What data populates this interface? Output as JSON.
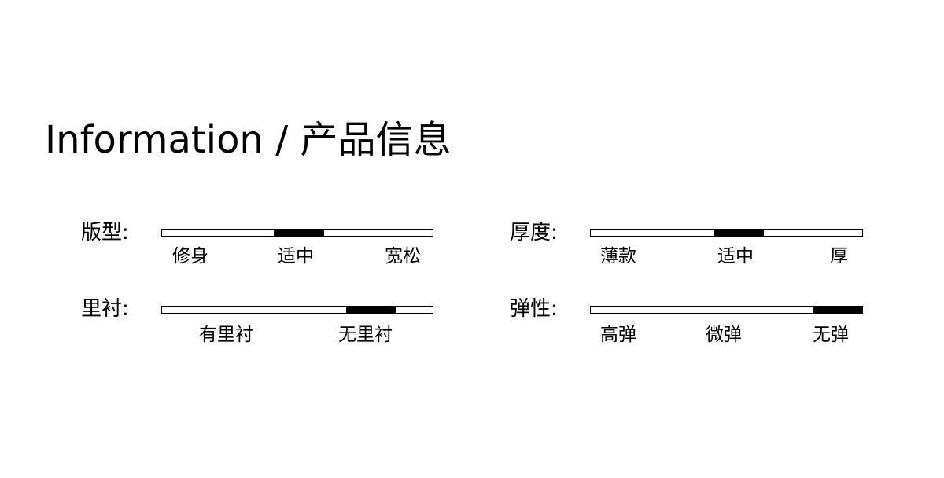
{
  "title": "Information / 产品信息",
  "attributes": [
    {
      "label": "版型:",
      "options": [
        "修身",
        "适中",
        "宽松"
      ],
      "selected": "适中",
      "fill_start": 0.413,
      "fill_end": 0.598
    },
    {
      "label": "厚度:",
      "options": [
        "薄款",
        "适中",
        "厚"
      ],
      "selected": "适中",
      "fill_start": 0.452,
      "fill_end": 0.637
    },
    {
      "label": "里衬:",
      "options": [
        "有里衬",
        "无里衬"
      ],
      "selected": "无里衬",
      "fill_start": 0.679,
      "fill_end": 0.864
    },
    {
      "label": "弹性:",
      "options": [
        "高弹",
        "微弹",
        "无弹"
      ],
      "selected": "无弹",
      "fill_start": 0.816,
      "fill_end": 1.0
    }
  ]
}
